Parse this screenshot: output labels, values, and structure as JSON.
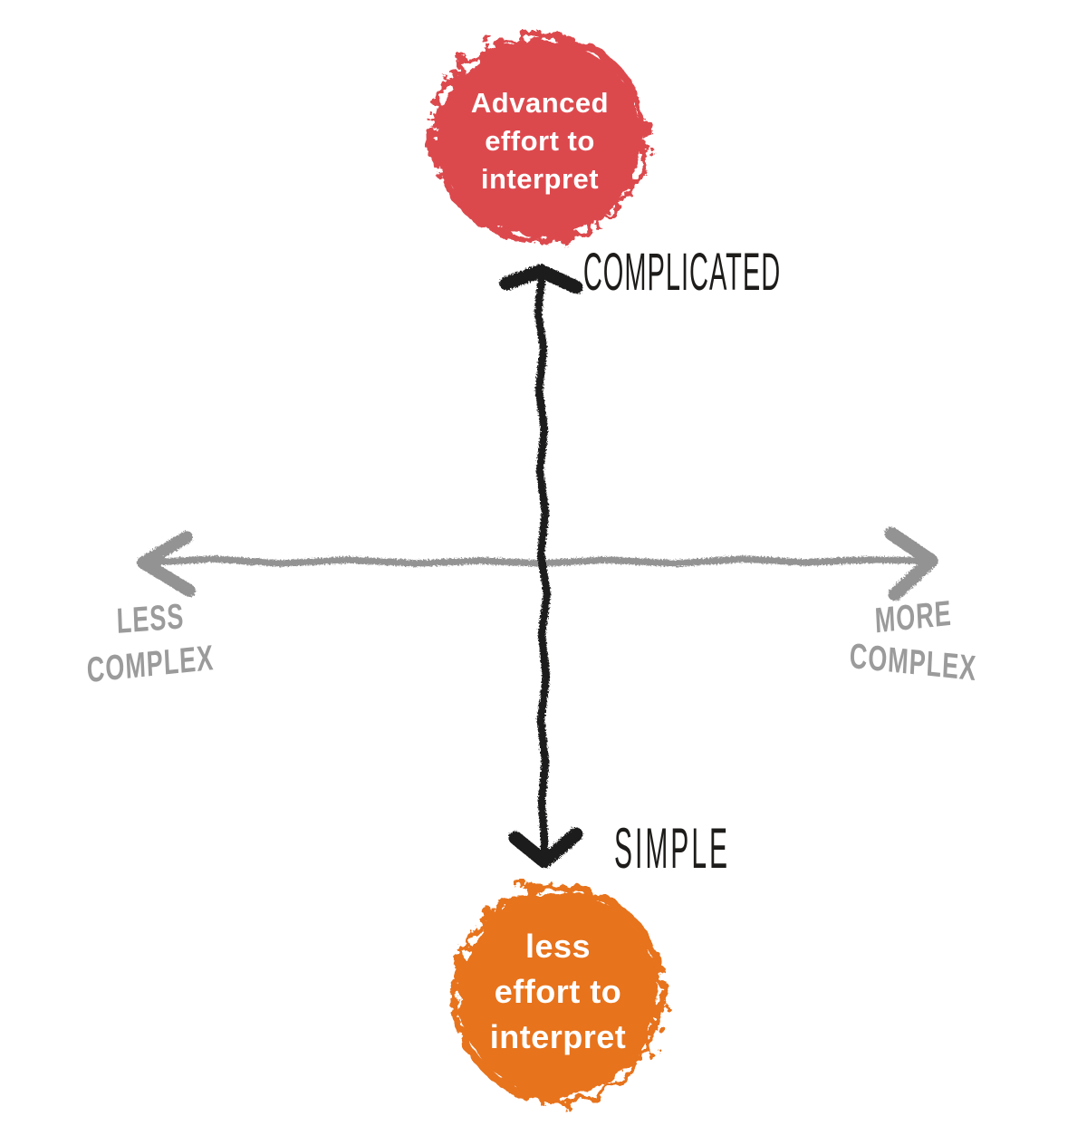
{
  "diagram": {
    "type": "quadrant-axes-sketch",
    "vertical_axis": {
      "top_label": "COMPLICATED",
      "bottom_label": "SIMPLE",
      "color": "#1e1c1a"
    },
    "horizontal_axis": {
      "left_label": {
        "line1": "LESS",
        "line2": "COMPLEX"
      },
      "right_label": {
        "line1": "MORE",
        "line2": "COMPLEX"
      },
      "color": "#939393"
    },
    "top_bubble": {
      "line1": "Advanced",
      "line2": "effort to",
      "line3": "interpret",
      "fill_color": "#dc4a4e",
      "text_color": "#ffffff"
    },
    "bottom_bubble": {
      "line1": "less",
      "line2": "effort to",
      "line3": "interpret",
      "fill_color": "#e7731e",
      "text_color": "#ffffff"
    }
  }
}
